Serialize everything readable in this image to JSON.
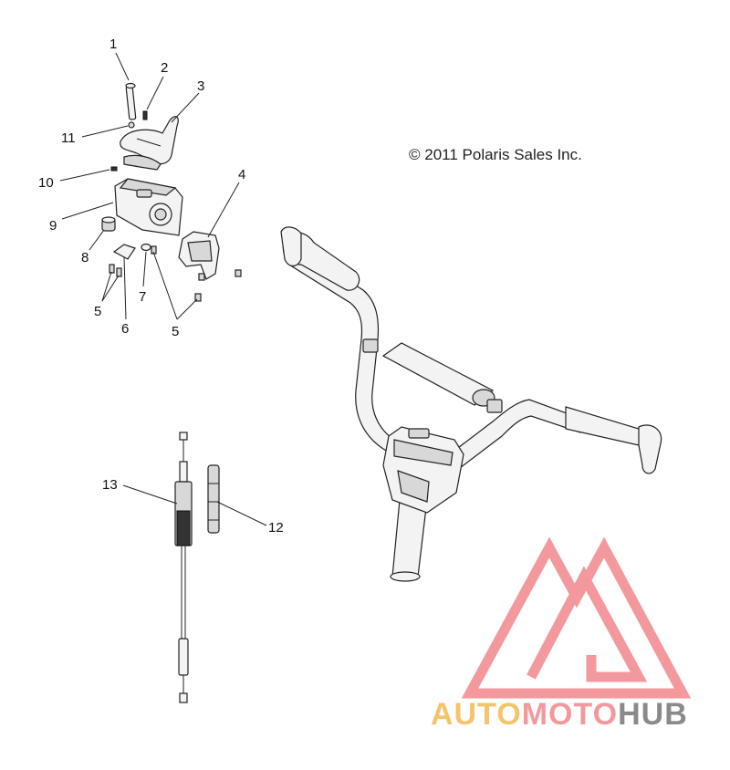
{
  "copyright": "© 2011 Polaris Sales Inc.",
  "callouts": [
    "1",
    "2",
    "3",
    "11",
    "10",
    "4",
    "9",
    "8",
    "5",
    "6",
    "7",
    "5",
    "13",
    "12"
  ],
  "watermark": {
    "parts": [
      "AUTO",
      "MOTO",
      "HUB"
    ],
    "colors": {
      "auto": "#f5c46a",
      "moto": "#f3999d",
      "hub": "#8a8a8a",
      "logo": "#f3999d"
    }
  }
}
